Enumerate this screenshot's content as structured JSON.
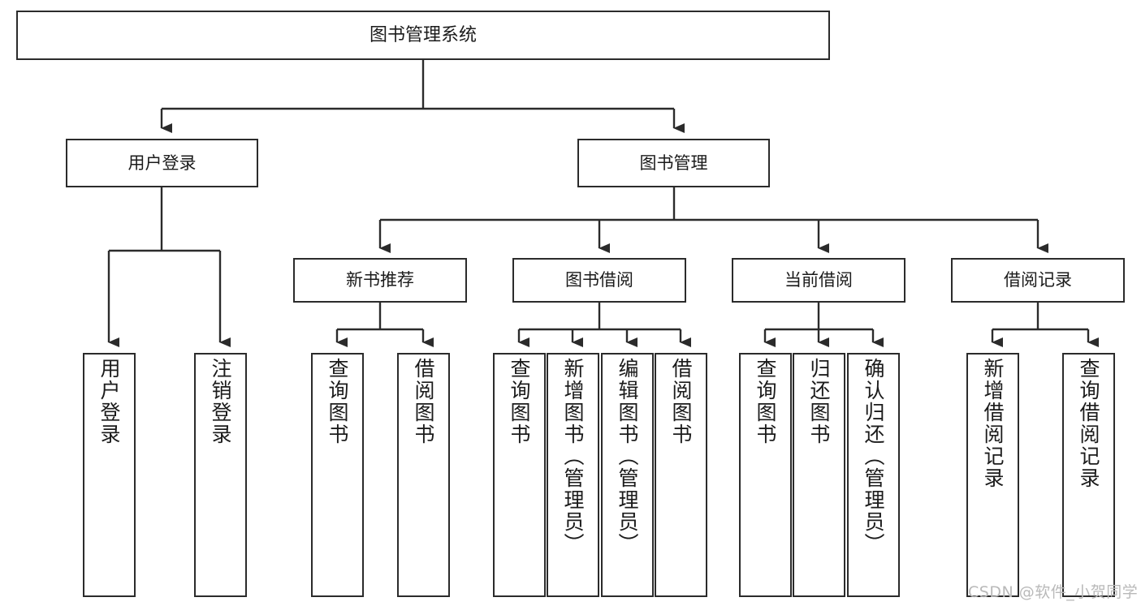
{
  "diagram": {
    "title": "图书管理系统",
    "type": "功能结构图",
    "root": {
      "label": "图书管理系统"
    },
    "level1": [
      {
        "label": "用户登录"
      },
      {
        "label": "图书管理"
      }
    ],
    "level2": [
      {
        "label": "新书推荐"
      },
      {
        "label": "图书借阅"
      },
      {
        "label": "当前借阅"
      },
      {
        "label": "借阅记录"
      }
    ],
    "leaves": {
      "user_login": [
        {
          "label": "用户登录"
        },
        {
          "label": "注销登录"
        }
      ],
      "new_book": [
        {
          "label": "查询图书"
        },
        {
          "label": "借阅图书"
        }
      ],
      "book_borrow": [
        {
          "label": "查询图书"
        },
        {
          "label": "新增图书（管理员）"
        },
        {
          "label": "编辑图书（管理员）"
        },
        {
          "label": "借阅图书"
        }
      ],
      "current_borrow": [
        {
          "label": "查询图书"
        },
        {
          "label": "归还图书"
        },
        {
          "label": "确认归还（管理员）"
        }
      ],
      "borrow_record": [
        {
          "label": "新增借阅记录"
        },
        {
          "label": "查询借阅记录"
        }
      ]
    }
  },
  "watermark": {
    "text": "CSDN @软件_小贺同学"
  },
  "colors": {
    "stroke": "#2b2b2b",
    "background": "#ffffff",
    "text": "#1b1b1b",
    "watermark": "#b9b9b9"
  }
}
